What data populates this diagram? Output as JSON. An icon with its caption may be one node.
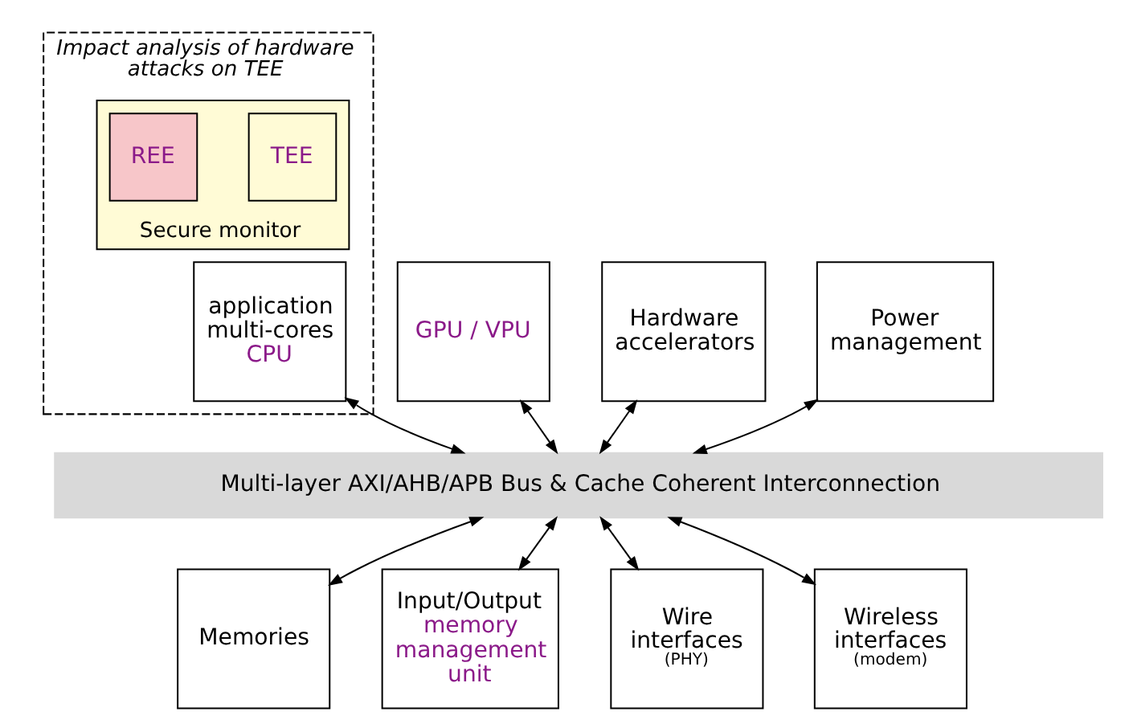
{
  "diagram": {
    "nodes": [
      {
        "text": [],
        "shape": "box",
        "beside": [
          "Impact analysis of hardware attacks on TEE"
        ]
      },
      {
        "text": [
          "Secure monitor"
        ],
        "in": 0
      },
      {
        "text": [
          "TEE"
        ],
        "in": 1
      },
      {
        "text": [
          "REE"
        ],
        "in": 1
      },
      {
        "text": [
          "application multi-cores",
          "CPU"
        ],
        "in": 0
      },
      {
        "text": [
          "GPU / VPU"
        ]
      },
      {
        "text": [
          "Hardware accelerators"
        ]
      },
      {
        "text": [
          "Power management"
        ]
      },
      {
        "text": [
          "Multi-layer AXI/AHB/APB Bus & Cache Coherent Interconnection"
        ]
      },
      {
        "text": [
          "Memories"
        ]
      },
      {
        "text": [
          "Input/Output",
          "memory management unit"
        ]
      },
      {
        "text": [
          "Wire interfaces",
          "(PHY)"
        ]
      },
      {
        "text": [
          "Wireless interfaces",
          "(modem)"
        ]
      }
    ],
    "edges": [
      {
        "from": 4,
        "to": 8,
        "arrow": "both"
      },
      {
        "from": 5,
        "to": 8,
        "arrow": "both"
      },
      {
        "from": 6,
        "to": 8,
        "arrow": "both"
      },
      {
        "from": 7,
        "to": 8,
        "arrow": "both"
      },
      {
        "from": 8,
        "to": 9,
        "arrow": "both"
      },
      {
        "from": 8,
        "to": 10,
        "arrow": "both"
      },
      {
        "from": 8,
        "to": 11,
        "arrow": "both"
      },
      {
        "from": 8,
        "to": 12,
        "arrow": "both"
      }
    ]
  }
}
